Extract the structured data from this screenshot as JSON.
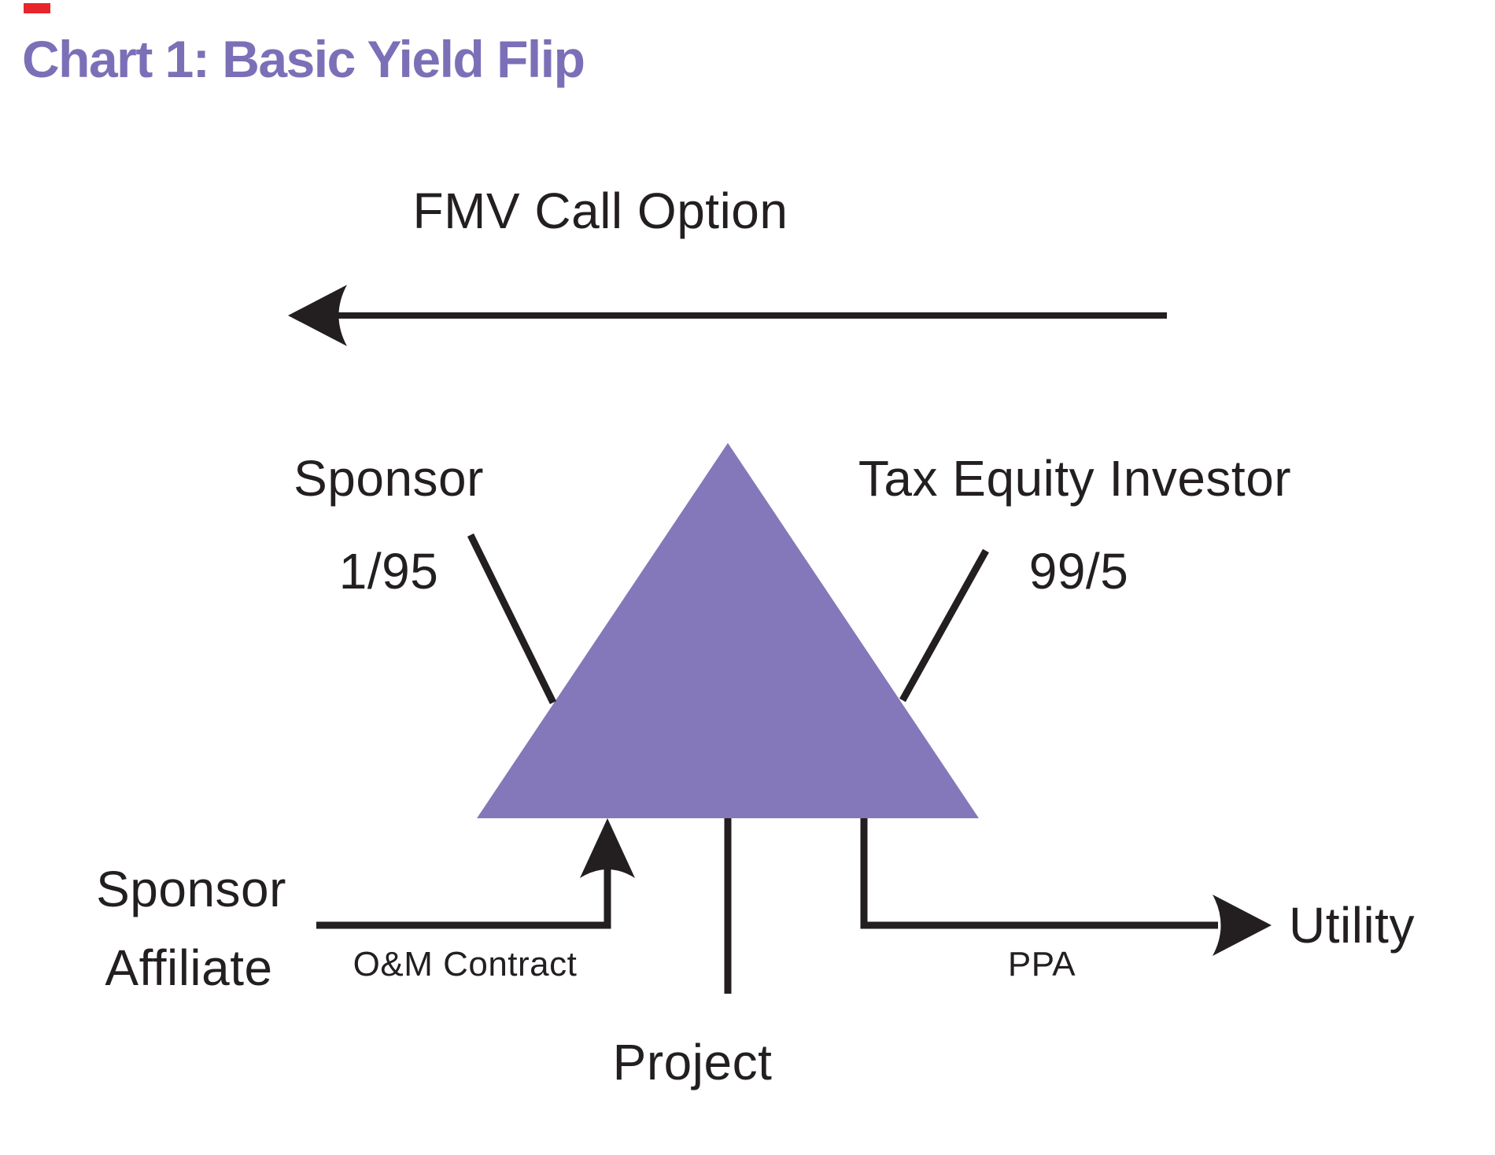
{
  "title": {
    "text": "Chart 1: Basic Yield Flip",
    "color": "#7b70b7"
  },
  "corner_mark": {
    "color": "#e8252a"
  },
  "diagram": {
    "ink_color": "#231f20",
    "triangle_color": "#8478ba",
    "fmv": {
      "label": "FMV Call Option"
    },
    "sponsor": {
      "name": "Sponsor",
      "share": "1/95"
    },
    "tax_equity_investor": {
      "name": "Tax Equity Investor",
      "share": "99/5"
    },
    "sponsor_affiliate": {
      "line1": "Sponsor",
      "line2": "Affiliate"
    },
    "om_contract": {
      "label": "O&M Contract"
    },
    "project": {
      "label": "Project"
    },
    "ppa": {
      "label": "PPA"
    },
    "utility": {
      "label": "Utility"
    }
  }
}
